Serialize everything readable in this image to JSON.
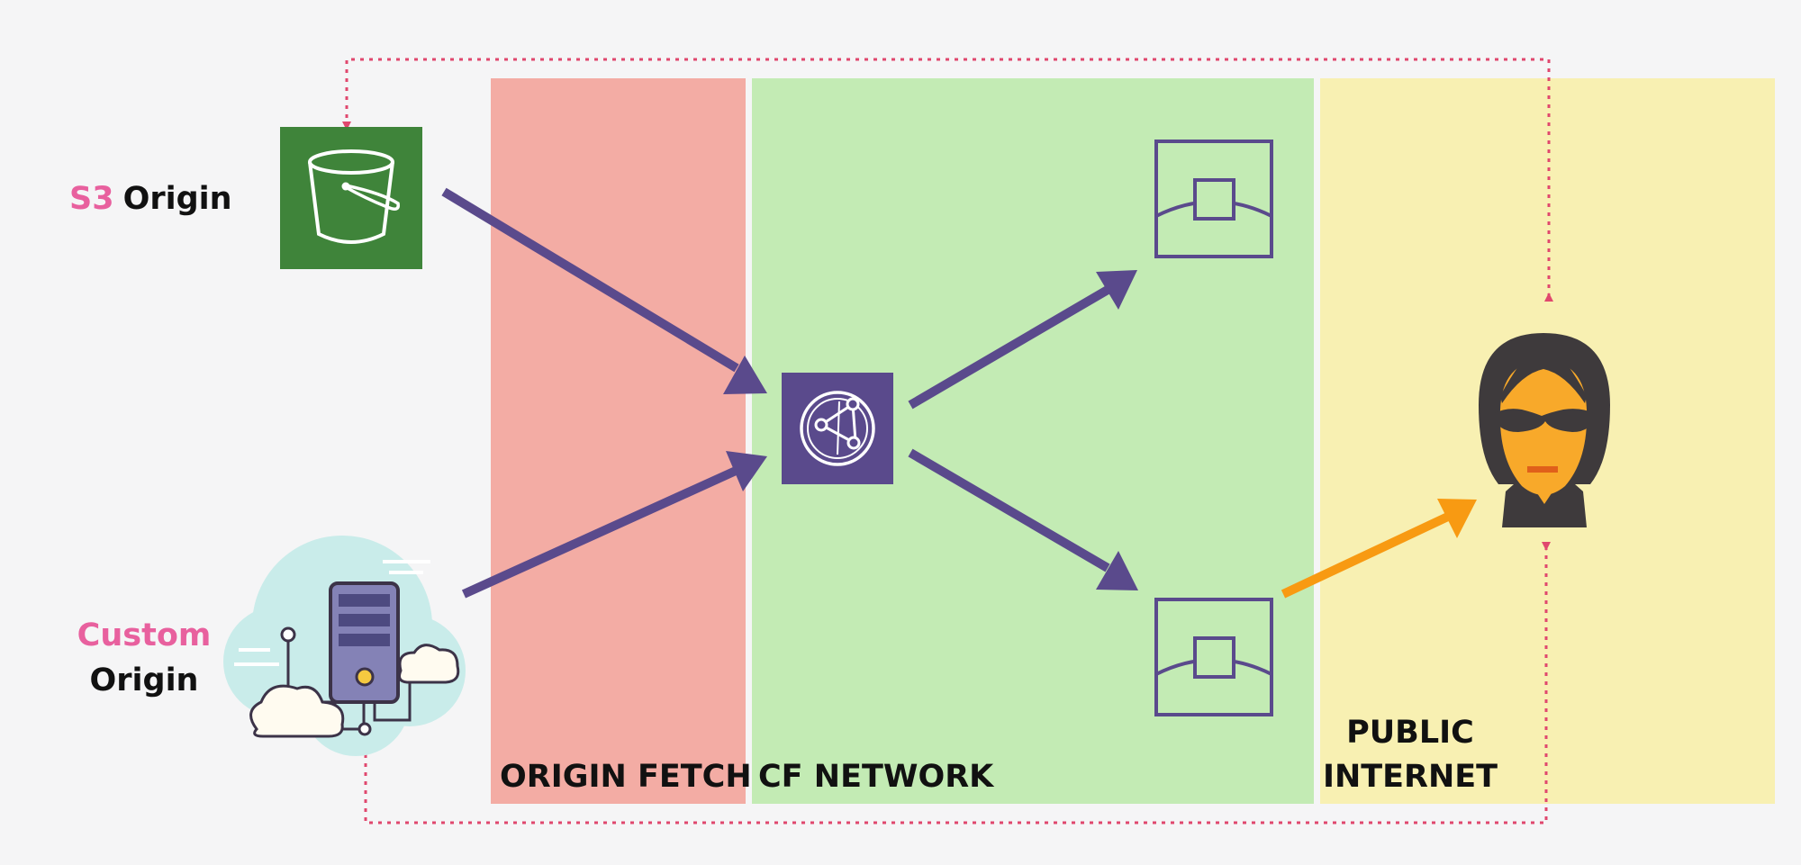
{
  "labels": {
    "s3_prefix": "S3",
    "s3_suffix": "Origin",
    "custom_line1": "Custom",
    "custom_line2": "Origin"
  },
  "zones": {
    "origin_fetch": "ORIGIN FETCH",
    "cf_network": "CF NETWORK",
    "public_internet_line1": "PUBLIC",
    "public_internet_line2": "INTERNET"
  },
  "icons": {
    "s3": "s3-bucket-icon",
    "custom_origin": "cloud-server-icon",
    "cloudfront": "cloudfront-icon",
    "edge_location": "edge-location-icon",
    "user": "user-sunglasses-icon"
  },
  "colors": {
    "background": "#f5f5f6",
    "origin_fetch_zone": "#f3aca4",
    "cf_network_zone": "#c3ebb4",
    "public_internet_zone": "#f8f0b2",
    "flow_arrow": "#5a4a8c",
    "user_arrow": "#f89a12",
    "dotted_path": "#e0486e",
    "highlight_text": "#e8609e",
    "s3_fill": "#3f843a",
    "cloudfront_fill": "#5a4a8c"
  }
}
